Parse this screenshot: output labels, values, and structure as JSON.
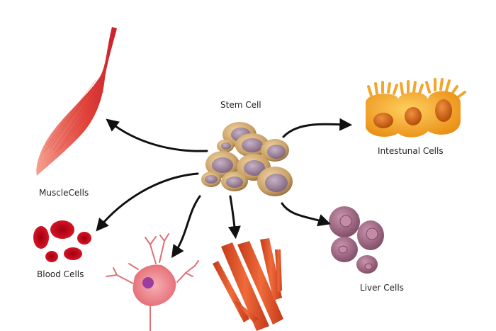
{
  "title": "Stem Cell Differentiation",
  "center": {
    "label": "Stem Cell"
  },
  "cells": {
    "muscle": {
      "label": "MuscleCells"
    },
    "intestinal": {
      "label": "Intestunal Cells"
    },
    "blood": {
      "label": "Blood Cells"
    },
    "liver": {
      "label": "Liver Cells"
    },
    "nerve": {
      "label": ""
    },
    "fibers": {
      "label": ""
    }
  },
  "colors": {
    "stem_outer": "#c9a066",
    "stem_nucleus": "#9b7e96",
    "muscle": "#e2453c",
    "intestinal": "#f0a020",
    "intestinal_nucleus": "#d9650a",
    "blood": "#c8101e",
    "nerve": "#ef7d84",
    "nerve_nucleus": "#9b3d9f",
    "fiber": "#e8542a",
    "liver": "#a46a86",
    "arrow": "#111111"
  }
}
